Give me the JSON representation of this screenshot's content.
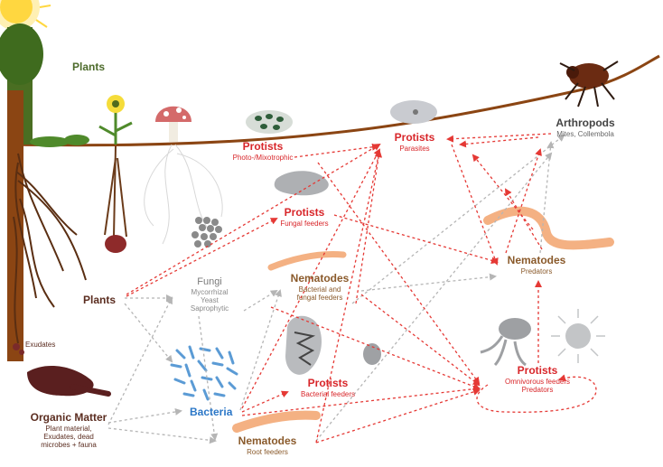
{
  "labels": {
    "plants_top": {
      "title": "Plants"
    },
    "exudates": {
      "title": "Exudates"
    },
    "plants_mid": {
      "title": "Plants"
    },
    "organic_matter": {
      "title": "Organic Matter",
      "subtitle": [
        "Plant material,",
        "Exudates, dead",
        "microbes + fauna"
      ]
    },
    "fungi": {
      "title": "Fungi",
      "subtitle": [
        "Mycorrhizal",
        "Yeast",
        "Saprophytic"
      ]
    },
    "bacteria": {
      "title": "Bacteria"
    },
    "protists_photo": {
      "title": "Protists",
      "subtitle": [
        "Photo-/Mixotrophic"
      ]
    },
    "protists_parasites": {
      "title": "Protists",
      "subtitle": [
        "Parasites"
      ]
    },
    "arthropods": {
      "title": "Arthropods",
      "subtitle": [
        "Mites, Collembola"
      ]
    },
    "protists_fungal": {
      "title": "Protists",
      "subtitle": [
        "Fungal feeders"
      ]
    },
    "nematodes_bact_fungal": {
      "title": "Nematodes",
      "subtitle": [
        "Bacterial and",
        "fungal feeders"
      ]
    },
    "nematodes_predators": {
      "title": "Nematodes",
      "subtitle": [
        "Predators"
      ]
    },
    "protists_bacterial": {
      "title": "Protists",
      "subtitle": [
        "Bacterial feeders"
      ]
    },
    "protists_omni": {
      "title": "Protists",
      "subtitle": [
        "Omnivorous feeders",
        "Predators"
      ]
    },
    "nematodes_root": {
      "title": "Nematodes",
      "subtitle": [
        "Root feeders"
      ]
    }
  },
  "colors": {
    "red_arrow": "#e53935",
    "grey_arrow": "#b5b5b5",
    "soil_line": "#8b4513",
    "tree_trunk": "#8b4513",
    "leaf_green": "#4f8a2b",
    "sun": "#ffd740",
    "bacteria_blue": "#5b9bd5",
    "nematode_orange": "#f4b183",
    "organic_brown": "#5a1f1f"
  },
  "icons": [
    "sun-icon",
    "tree-icon",
    "flower-icon",
    "mushroom-icon",
    "algae-icon",
    "mite-icon",
    "fungi-spores-icon",
    "protist-icon",
    "bacteria-icon",
    "nematode-icon",
    "amoeba-icon",
    "organic-matter-icon"
  ]
}
